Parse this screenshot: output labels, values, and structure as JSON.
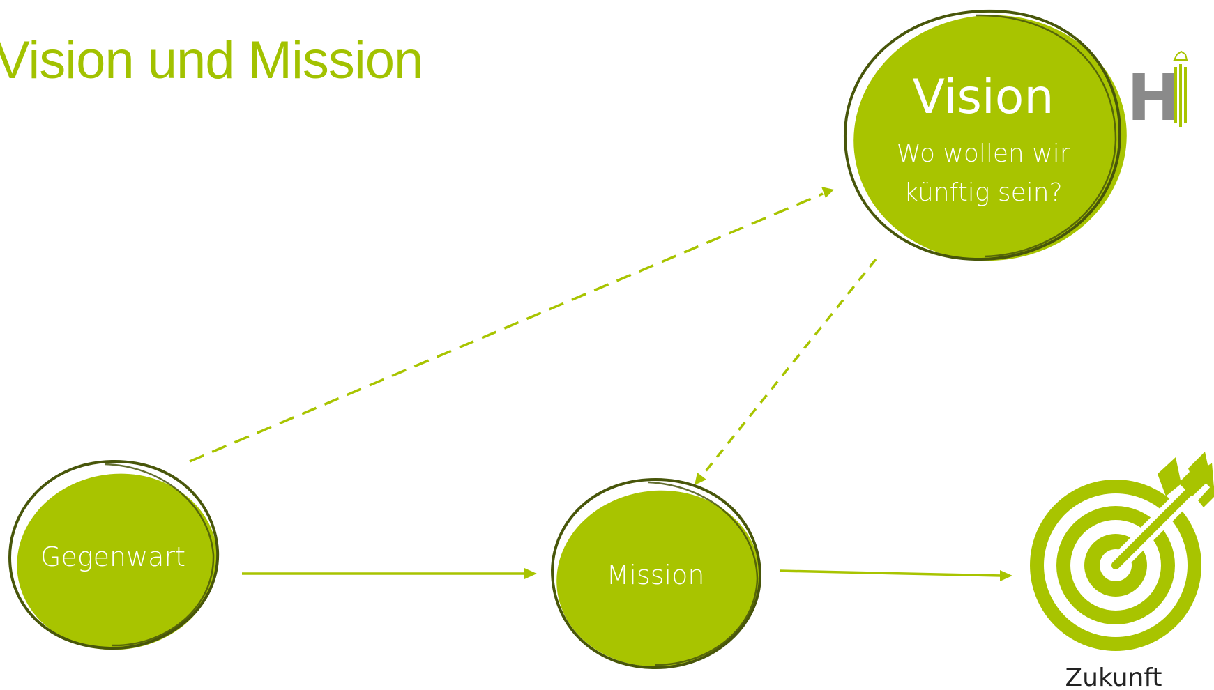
{
  "slide": {
    "title": "Vision und Mission"
  },
  "nodes": {
    "present": {
      "label": "Gegenwart"
    },
    "mission": {
      "label": "Mission"
    },
    "vision": {
      "title": "Vision",
      "subtitle_line1": "Wo wollen wir",
      "subtitle_line2": "künftig sein?"
    },
    "future": {
      "label": "Zukunft",
      "icon": "target-with-arrow-icon"
    }
  },
  "logo": {
    "icon": "hi-logo-icon",
    "letter": "H"
  },
  "colors": {
    "accent": "#a8c400",
    "title": "#a2c200",
    "outline": "#48560a",
    "logo_gray": "#8a8a8a"
  }
}
